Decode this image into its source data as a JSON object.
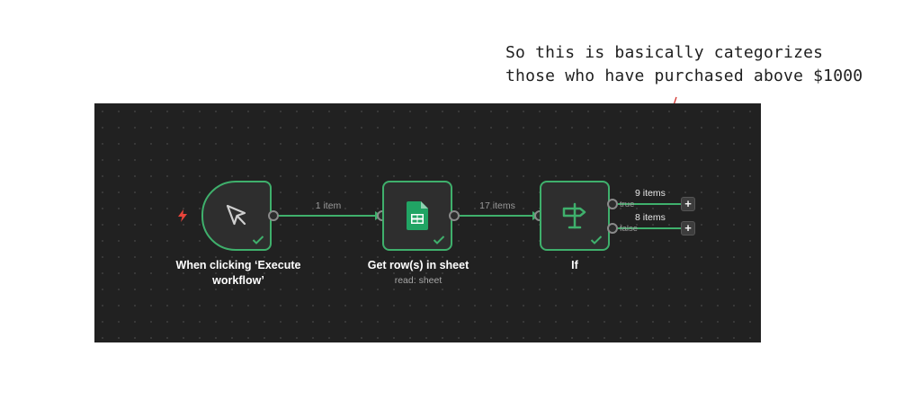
{
  "annotation": {
    "line1": "So this is basically categorizes",
    "line2": "those who have purchased above $1000"
  },
  "nodes": {
    "trigger": {
      "title_line1": "When clicking ‘Execute",
      "title_line2": "workflow’",
      "icon": "cursor-icon"
    },
    "sheet": {
      "title": "Get row(s) in sheet",
      "subtitle": "read: sheet",
      "icon": "google-sheets-icon"
    },
    "if": {
      "title": "If",
      "icon": "signpost-icon"
    }
  },
  "edges": {
    "trigger_to_sheet": "1 item",
    "sheet_to_if": "17 items"
  },
  "branches": {
    "true": {
      "label": "true",
      "count": "9 items"
    },
    "false": {
      "label": "false",
      "count": "8 items"
    }
  },
  "plus_symbol": "+",
  "colors": {
    "canvas": "#212121",
    "success_green": "#3fb06c",
    "trigger_red": "#e8443a",
    "annotation_arrow": "#d2322d"
  }
}
